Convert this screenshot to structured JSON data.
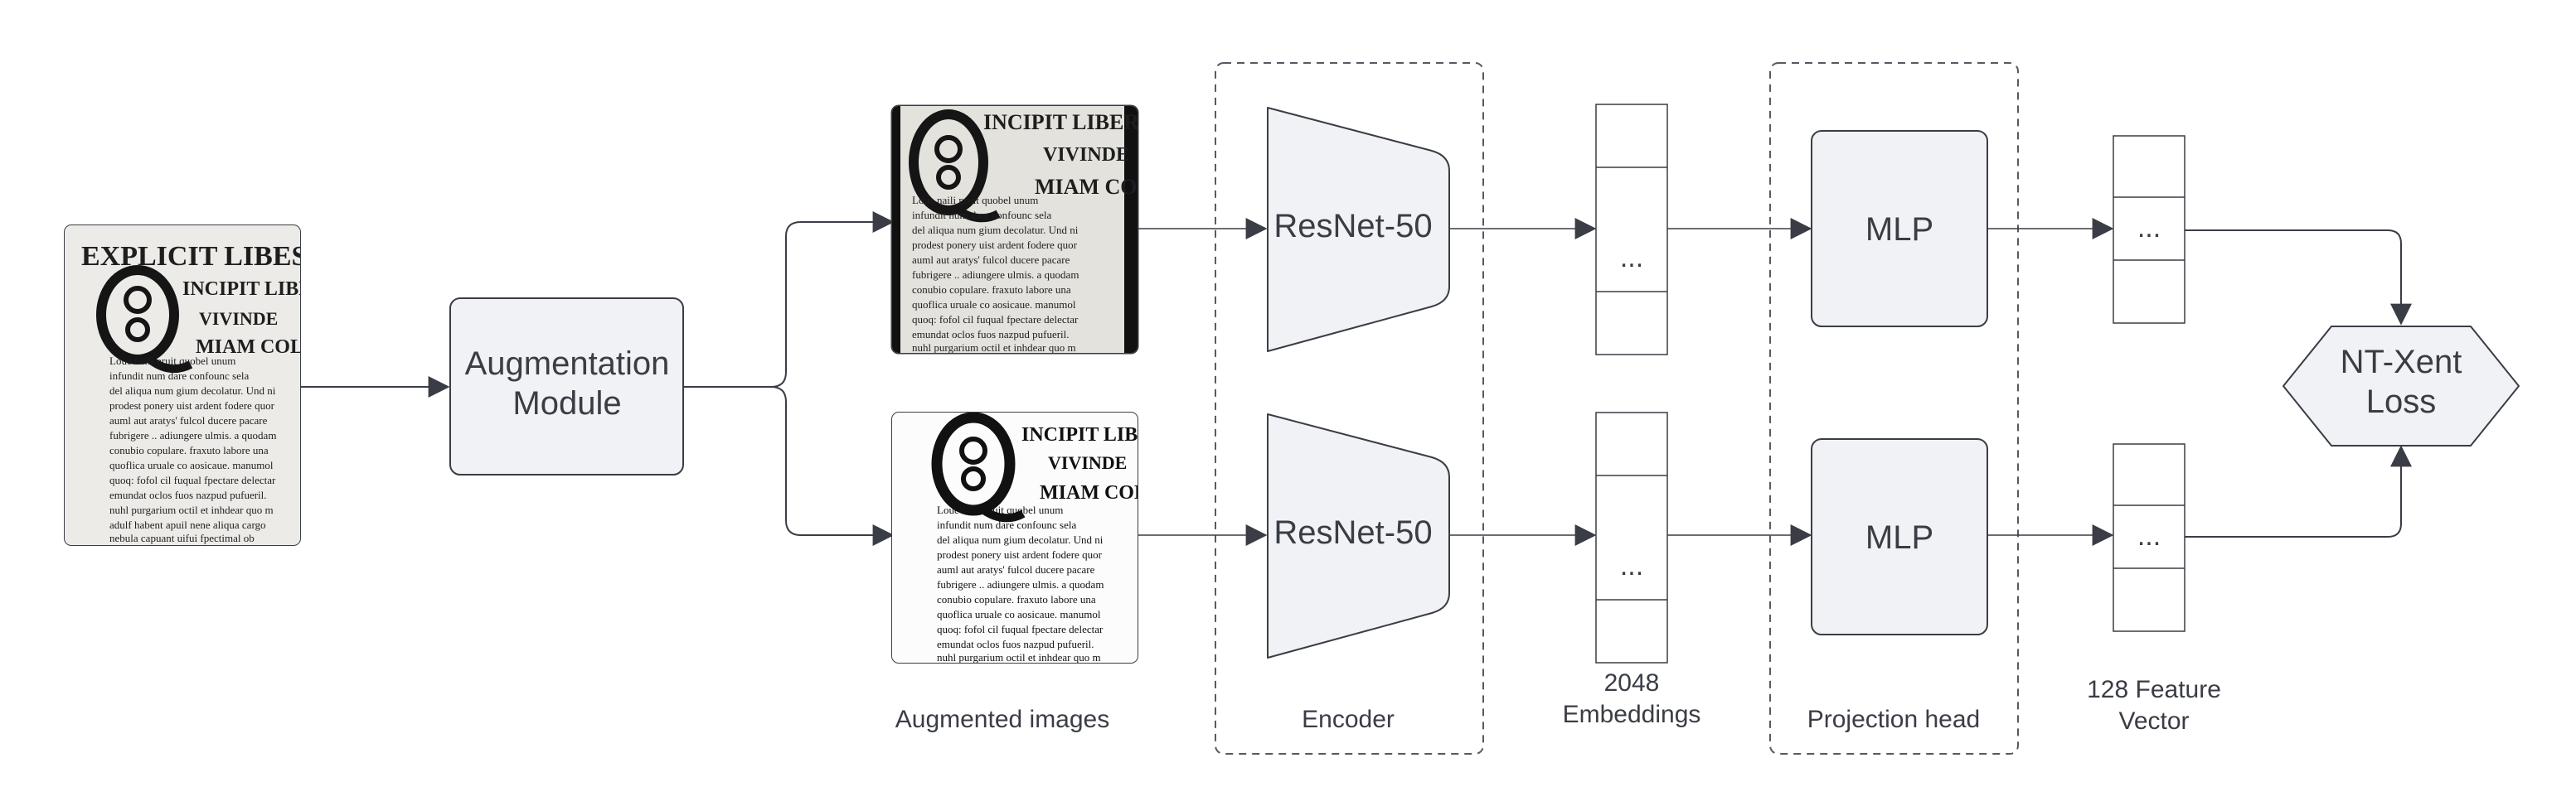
{
  "input_image": {
    "heading": "EXPLICIT LIBES QUART",
    "subheading": "INCIPIT LIBER",
    "title_words": [
      "VIVINDE",
      "MIAM COL"
    ],
    "text_lines": [
      "Loue naili    pruit quobel unum",
      "infundit num    dare confounc sela",
      "del aliqua num gium  decolatur. Und ni",
      "prodest ponery uist ardent fodere quor",
      "auml aut aratys' fulcol ducere pacare",
      "fubrigere .. adiungere ulmis. a quodam",
      "conubio copulare. fraxuto labore una",
      "quoflica uruale co aosicaue. manumol",
      "quoq: fofol cil fuqual fpectare delectar",
      "emundat oclos fuos nazpud pufueril.",
      "nuhl purgarium octil et inhdear quo m",
      "adulf habent apuil nene aliqua cargo",
      "nebula capuant uifui fpectimal ob"
    ]
  },
  "augmentation_module": {
    "line1": "Augmentation",
    "line2": "Module"
  },
  "labels": {
    "augmented_images": "Augmented images",
    "encoder": "Encoder",
    "embeddings_line1": "2048",
    "embeddings_line2": "Embeddings",
    "projection_head": "Projection head",
    "feature_line1": "128 Feature",
    "feature_line2": "Vector"
  },
  "encoder_blocks": [
    "ResNet-50",
    "ResNet-50"
  ],
  "mlp_blocks": [
    "MLP",
    "MLP"
  ],
  "ellipsis": "...",
  "loss": {
    "line1": "NT-Xent",
    "line2": "Loss"
  },
  "colors": {
    "block_fill": "#f1f2f5",
    "stroke": "#3a3d45",
    "dashed": "#555a63",
    "text": "#3a3d45"
  }
}
